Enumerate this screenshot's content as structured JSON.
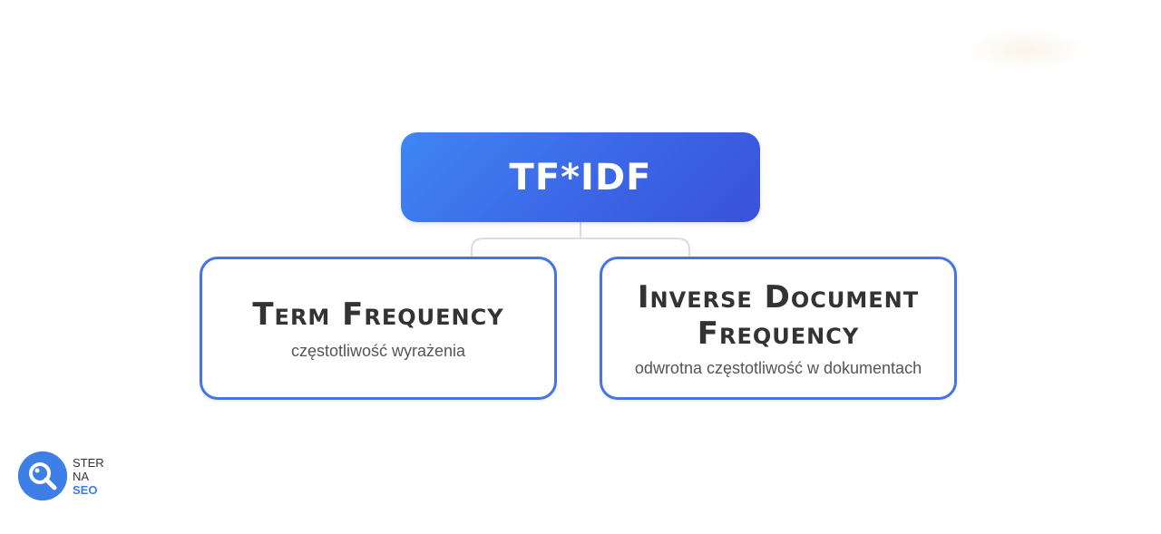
{
  "diagram": {
    "root": {
      "label": "TF*IDF"
    },
    "children": [
      {
        "title": "Term Frequency",
        "subtitle": "częstotliwość wyrażenia"
      },
      {
        "title_line1": "Inverse Document",
        "title_line2": "Frequency",
        "subtitle": "odwrotna częstotliwość w dokumentach"
      }
    ]
  },
  "logo": {
    "line1": "STER",
    "line2": "NA",
    "line3": "SEO",
    "icon": "magnifier-icon",
    "color": "#3d7fe6"
  },
  "colors": {
    "primary": "#3b66e6",
    "border": "#4574e8",
    "connector": "#d9dde3",
    "text": "#333333"
  }
}
